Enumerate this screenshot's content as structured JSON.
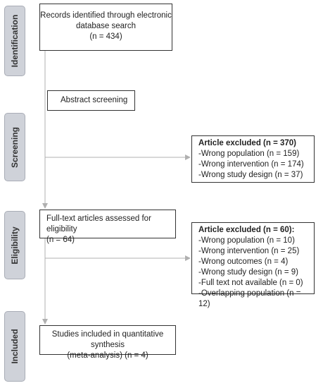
{
  "stages": [
    {
      "label": "Identification"
    },
    {
      "label": "Screening"
    },
    {
      "label": "Eligibility"
    },
    {
      "label": "Included"
    }
  ],
  "boxes": {
    "records": {
      "lines": [
        "Records identified through electronic",
        "database search",
        "(n = 434)"
      ]
    },
    "abstract": {
      "lines": [
        "Abstract screening"
      ]
    },
    "excluded1": {
      "title": "Article excluded (n = 370)",
      "lines": [
        "-Wrong population (n = 159)",
        "-Wrong intervention (n = 174)",
        "-Wrong study design (n = 37)"
      ]
    },
    "fulltext": {
      "lines": [
        "Full-text articles assessed for eligibility",
        "(n = 64)"
      ]
    },
    "excluded2": {
      "title": "Article excluded (n = 60):",
      "lines": [
        "-Wrong population (n = 10)",
        "-Wrong intervention (n = 25)",
        "-Wrong outcomes (n = 4)",
        "-Wrong study design (n = 9)",
        "-Full text not available (n = 0)",
        "-Overlapping population (n = 12)"
      ]
    },
    "included": {
      "lines": [
        "Studies included in quantitative synthesis",
        "(meta-analysis) (n = 4)"
      ]
    }
  },
  "colors": {
    "arrow": "#b0b0b0",
    "tab_fill": "#cfd2d9",
    "box_border": "#333333"
  }
}
